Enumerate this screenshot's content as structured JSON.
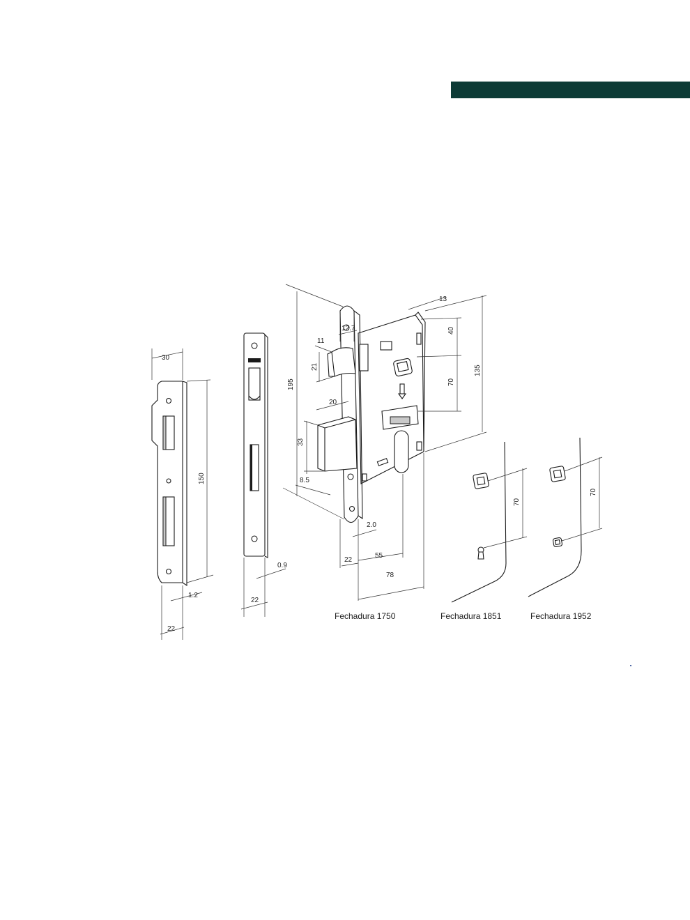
{
  "colors": {
    "header_bar": "#0d3b36",
    "line": "#1a1a1a"
  },
  "captions": {
    "lock_1750": "Fechadura 1750",
    "lock_1851": "Fechadura 1851",
    "lock_1952": "Fechadura 1952"
  },
  "dimensions": {
    "strike_width": "30",
    "strike_height": "150",
    "strike_thickness": "1.2",
    "strike_depth": "22",
    "plate_thickness": "0.9",
    "plate_width": "22",
    "faceplate_height": "195",
    "faceplate_width": "12.7",
    "latch_width": "11",
    "latch_height": "21",
    "bolt_width": "20",
    "bolt_height": "33",
    "bolt_offset": "8.5",
    "case_depth": "13",
    "top_to_handle": "40",
    "handle_to_key": "70",
    "case_height": "135",
    "front_offset": "2.0",
    "front_width": "22",
    "backset": "55",
    "total_depth": "78",
    "key_1851_distance": "70",
    "key_1952_distance": "70"
  }
}
